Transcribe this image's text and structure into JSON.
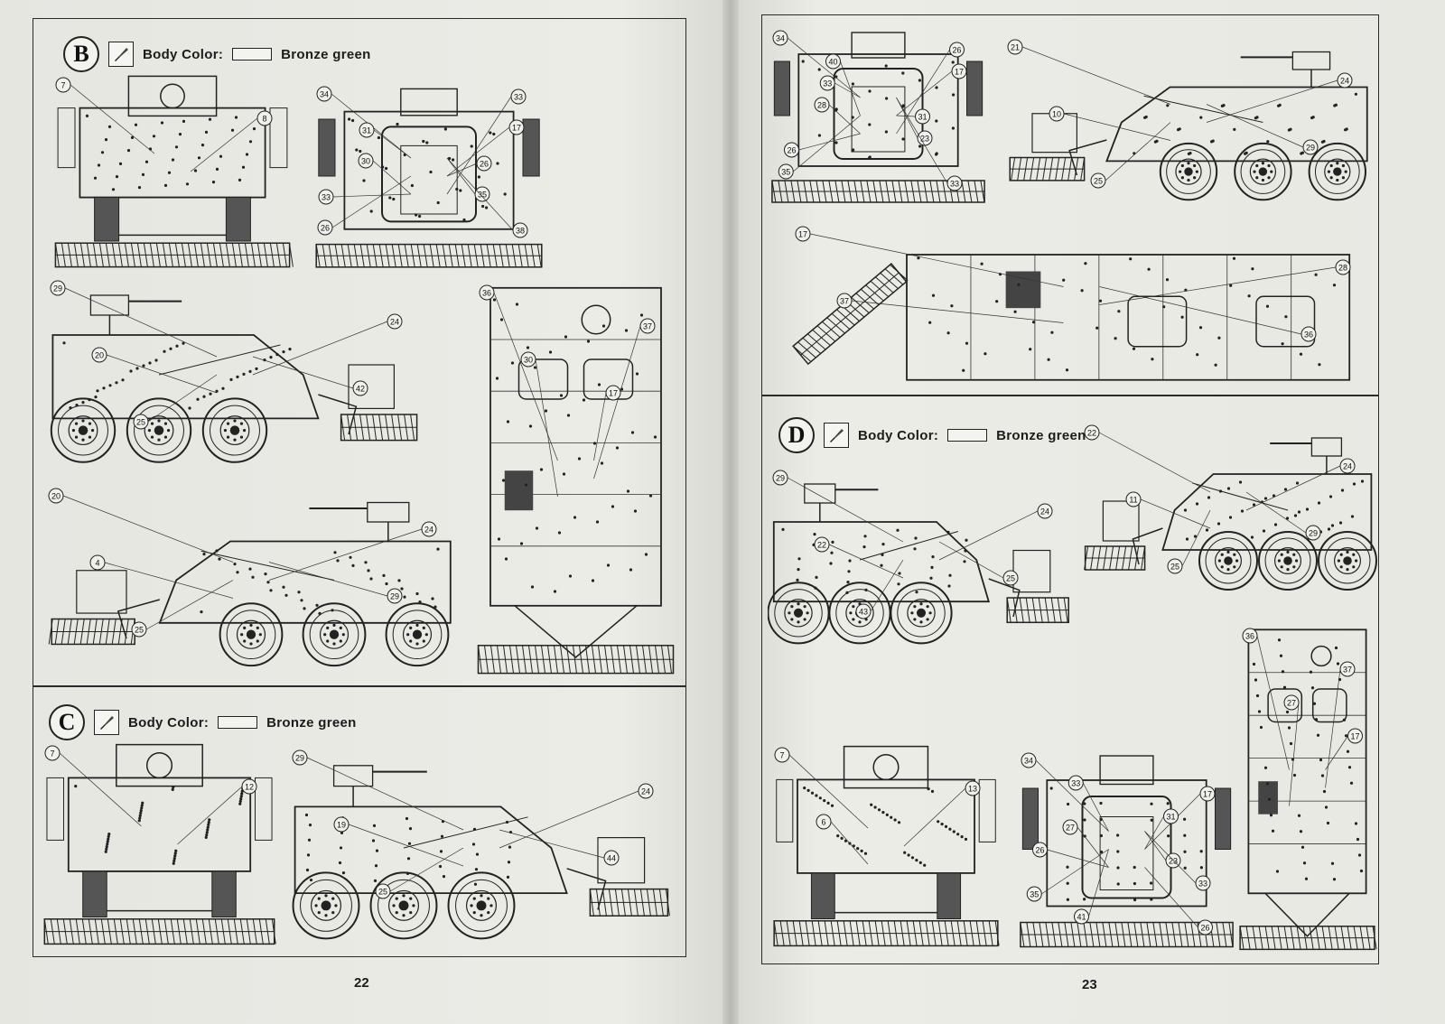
{
  "pages": [
    {
      "number": "22"
    },
    {
      "number": "23"
    }
  ],
  "sections": {
    "B": {
      "letter": "B",
      "label": "Body Color:",
      "color_name": "Bronze green"
    },
    "C": {
      "letter": "C",
      "label": "Body Color:",
      "color_name": "Bronze green"
    },
    "D": {
      "letter": "D",
      "label": "Body Color:",
      "color_name": "Bronze green"
    }
  },
  "icons": {
    "brush": "paintbrush-icon",
    "swatch": "color-swatch"
  },
  "callouts": {
    "b_front": [
      "7",
      "8"
    ],
    "b_rear": [
      "34",
      "17",
      "30",
      "35",
      "26",
      "33",
      "31",
      "26",
      "33",
      "38"
    ],
    "b_side1": [
      "29",
      "24",
      "20",
      "42",
      "25"
    ],
    "b_side2": [
      "20",
      "24",
      "4",
      "29",
      "25"
    ],
    "b_top": [
      "36",
      "37",
      "30",
      "17"
    ],
    "c_front": [
      "7",
      "12"
    ],
    "c_side": [
      "29",
      "24",
      "19",
      "44",
      "25"
    ],
    "r_rear": [
      "34",
      "17",
      "28",
      "23",
      "35",
      "26",
      "33",
      "31",
      "26",
      "33",
      "40"
    ],
    "r_side": [
      "21",
      "24",
      "10",
      "29",
      "25"
    ],
    "r_top": [
      "17",
      "28",
      "37",
      "36"
    ],
    "d_side1": [
      "29",
      "24",
      "22",
      "25",
      "43"
    ],
    "d_side2": [
      "22",
      "24",
      "11",
      "29",
      "25"
    ],
    "d_front": [
      "7",
      "13",
      "6"
    ],
    "d_rear": [
      "34",
      "17",
      "27",
      "23",
      "35",
      "26",
      "33",
      "31",
      "26",
      "33",
      "41"
    ],
    "d_top": [
      "36",
      "37",
      "27",
      "17"
    ]
  }
}
